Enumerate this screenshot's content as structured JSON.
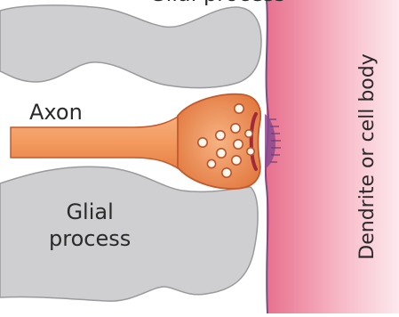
{
  "labels": {
    "top_fragment": "Glial process",
    "axon": "Axon",
    "glial_line1": "Glial",
    "glial_line2": "process",
    "dendrite": "Dendrite or cell body"
  },
  "colors": {
    "glial_fill": "#cfcfd1",
    "glial_stroke": "#8e8e92",
    "axon_fill": "#f4a26a",
    "axon_stroke": "#c45a2c",
    "dendrite_gradient_left": "#e8708e",
    "dendrite_gradient_right": "#fde4ea",
    "synaptic_membrane": "#6a3b78",
    "vesicle_fill": "#fff6ee"
  },
  "vesicle_count": 11
}
